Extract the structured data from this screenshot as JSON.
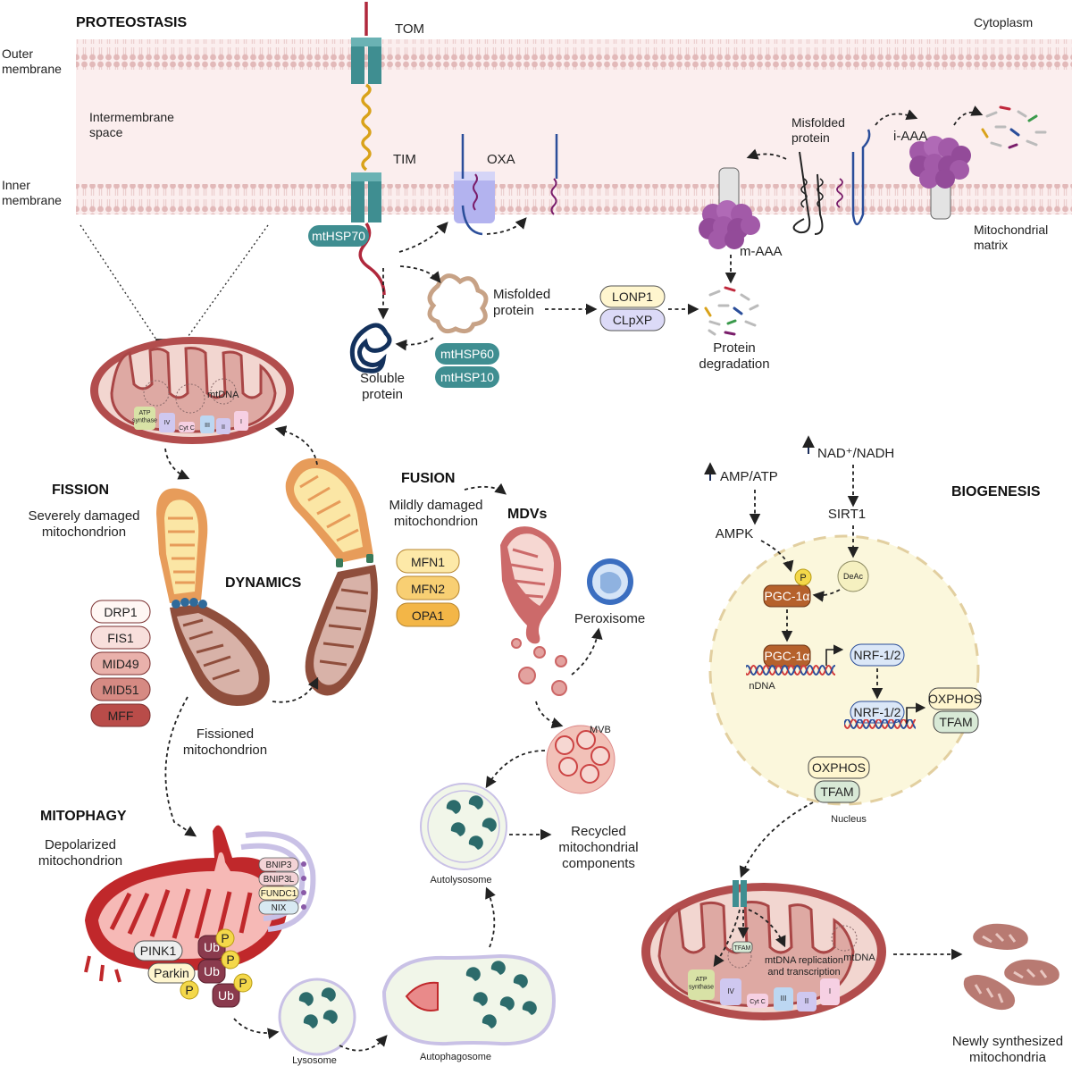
{
  "colors": {
    "membrane_band": "#fbeeee",
    "lipid_head": "#e2b9b9",
    "teal_protein": "#3f8e91",
    "purple_protease": "#a25aa8",
    "mito_outer": "#b24d4d",
    "mito_inner_fill": "#f2d6d0",
    "nucleus_fill": "#fbf7dc",
    "dark_red_mitophagy": "#c0282b",
    "orange_mito": "#f0bb6b"
  },
  "proteostasis": {
    "title": "PROTEOSTASIS",
    "outer_membrane": "Outer\nmembrane",
    "intermembrane_space": "Intermembrane\nspace",
    "inner_membrane": "Inner\nmembrane",
    "cytoplasm": "Cytoplasm",
    "mitochondrial_matrix": "Mitochondrial\nmatrix",
    "tom": "TOM",
    "tim": "TIM",
    "oxa": "OXA",
    "mthsp70": "mtHSP70",
    "misfolded_protein": "Misfolded\nprotein",
    "misfolded_protein_top": "Misfolded\nprotein",
    "soluble_protein": "Soluble\nprotein",
    "mthsp60": "mtHSP60",
    "mthsp10": "mtHSP10",
    "lonp1": "LONP1",
    "clpxp": "CLpXP",
    "protein_degradation": "Protein\ndegradation",
    "m_aaa": "m-AAA",
    "i_aaa": "i-AAA"
  },
  "top_mito": {
    "mtdna": "mtDNA",
    "atp_synthase": "ATP\nsynthase",
    "complex_iv": "IV",
    "cyt_c": "Cyt C",
    "complex_iii": "III",
    "complex_ii": "II",
    "complex_i": "I"
  },
  "dynamics": {
    "title": "DYNAMICS",
    "fission": "FISSION",
    "severely_damaged": "Severely damaged\nmitochondrion",
    "fusion": "FUSION",
    "mildly_damaged": "Mildly damaged\nmitochondrion",
    "fission_proteins": [
      "DRP1",
      "FIS1",
      "MID49",
      "MID51",
      "MFF"
    ],
    "fusion_proteins": [
      "MFN1",
      "MFN2",
      "OPA1"
    ],
    "fissioned": "Fissioned\nmitochondrion"
  },
  "mdvs": {
    "title": "MDVs",
    "peroxisome": "Peroxisome",
    "mvb": "MVB",
    "autolysosome": "Autolysosome",
    "recycled": "Recycled\nmitochondrial\ncomponents"
  },
  "mitophagy": {
    "title": "MITOPHAGY",
    "depolarized": "Depolarized\nmitochondrion",
    "receptors": [
      "BNIP3",
      "BNIP3L",
      "FUNDC1",
      "NIX"
    ],
    "pink1": "PINK1",
    "parkin": "Parkin",
    "ub": "Ub",
    "p": "P",
    "lysosome": "Lysosome",
    "autophagosome": "Autophagosome"
  },
  "biogenesis": {
    "title": "BIOGENESIS",
    "amp_atp": "AMP/ATP",
    "nad_nadh": "NAD⁺/NADH",
    "ampk": "AMPK",
    "sirt1": "SIRT1",
    "deac": "DeAc",
    "p": "P",
    "pgc1a": "PGC-1α",
    "ndna": "nDNA",
    "nrf12": "NRF-1/2",
    "oxphos": "OXPHOS",
    "tfam": "TFAM",
    "nucleus": "Nucleus",
    "tfam_small": "TFAM",
    "mtdna_replication": "mtDNA replication\nand transcription",
    "mtdna": "mtDNA",
    "newly_synthesized": "Newly synthesized\nmitochondria",
    "atp_synthase": "ATP\nsynthase",
    "complex_iv": "IV",
    "cyt_c": "Cyt C",
    "complex_iii": "III",
    "complex_ii": "II",
    "complex_i": "I"
  }
}
